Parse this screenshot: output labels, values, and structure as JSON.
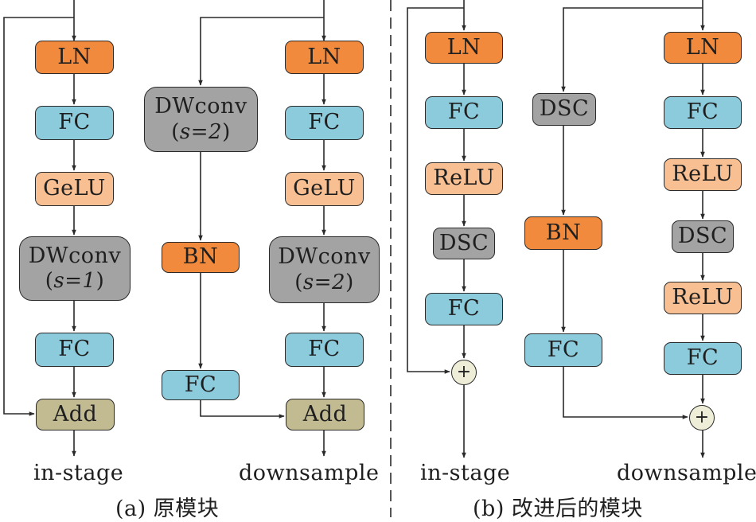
{
  "panel_a": {
    "in_stage": {
      "ln": "LN",
      "fc1": "FC",
      "gelu": "GeLU",
      "dwconv": "DWconv",
      "dwconv_stride": "s=1",
      "fc2": "FC",
      "add": "Add"
    },
    "downsample_side": {
      "dwconv": "DWconv",
      "dwconv_stride": "s=2",
      "bn": "BN",
      "fc": "FC"
    },
    "downsample_main": {
      "ln": "LN",
      "fc1": "FC",
      "gelu": "GeLU",
      "dwconv": "DWconv",
      "dwconv_stride": "s=2",
      "fc2": "FC",
      "add": "Add"
    },
    "label_in_stage": "in-stage",
    "label_downsample": "downsample",
    "caption": "(a) 原模块"
  },
  "panel_b": {
    "in_stage": {
      "ln": "LN",
      "fc1": "FC",
      "relu": "ReLU",
      "dsc": "DSC",
      "fc2": "FC",
      "add": "+"
    },
    "downsample_side": {
      "dsc": "DSC",
      "bn": "BN",
      "fc": "FC"
    },
    "downsample_main": {
      "ln": "LN",
      "fc1": "FC",
      "relu1": "ReLU",
      "dsc": "DSC",
      "relu2": "ReLU",
      "fc2": "FC",
      "add": "+"
    },
    "label_in_stage": "in-stage",
    "label_downsample": "downsample",
    "caption": "(b) 改进后的模块"
  },
  "colors": {
    "orange": "#f18a3c",
    "blue": "#8ccbdc",
    "peach": "#f8bf92",
    "gray": "#a3a3a3",
    "khaki": "#c2bb92",
    "sum_node": "#eeeed8",
    "line": "#2a2a2a"
  }
}
